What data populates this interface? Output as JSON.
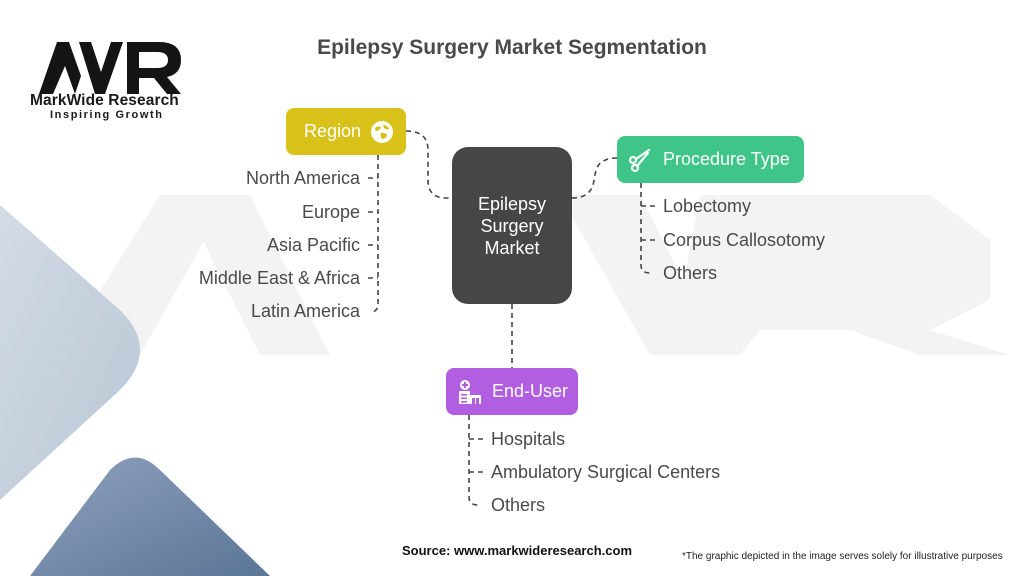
{
  "logo": {
    "mark": "MWR",
    "name": "MarkWide Research",
    "tagline": "Inspiring Growth"
  },
  "title": "Epilepsy Surgery Market Segmentation",
  "center": {
    "lines": [
      "Epilepsy",
      "Surgery",
      "Market"
    ]
  },
  "segments": {
    "region": {
      "label": "Region",
      "icon": "globe-icon",
      "color": "#d8c21a",
      "items": [
        "North America",
        "Europe",
        "Asia Pacific",
        "Middle East & Africa",
        "Latin America"
      ]
    },
    "procedure_type": {
      "label": "Procedure Type",
      "icon": "scissors-icon",
      "color": "#3ec587",
      "items": [
        "Lobectomy",
        "Corpus Callosotomy",
        "Others"
      ]
    },
    "end_user": {
      "label": "End-User",
      "icon": "hospital-icon",
      "color": "#b25ee0",
      "items": [
        "Hospitals",
        "Ambulatory Surgical Centers",
        "Others"
      ]
    }
  },
  "footer": {
    "source": "Source: www.markwideresearch.com",
    "note": "*The graphic depicted in the image serves solely for illustrative purposes"
  }
}
